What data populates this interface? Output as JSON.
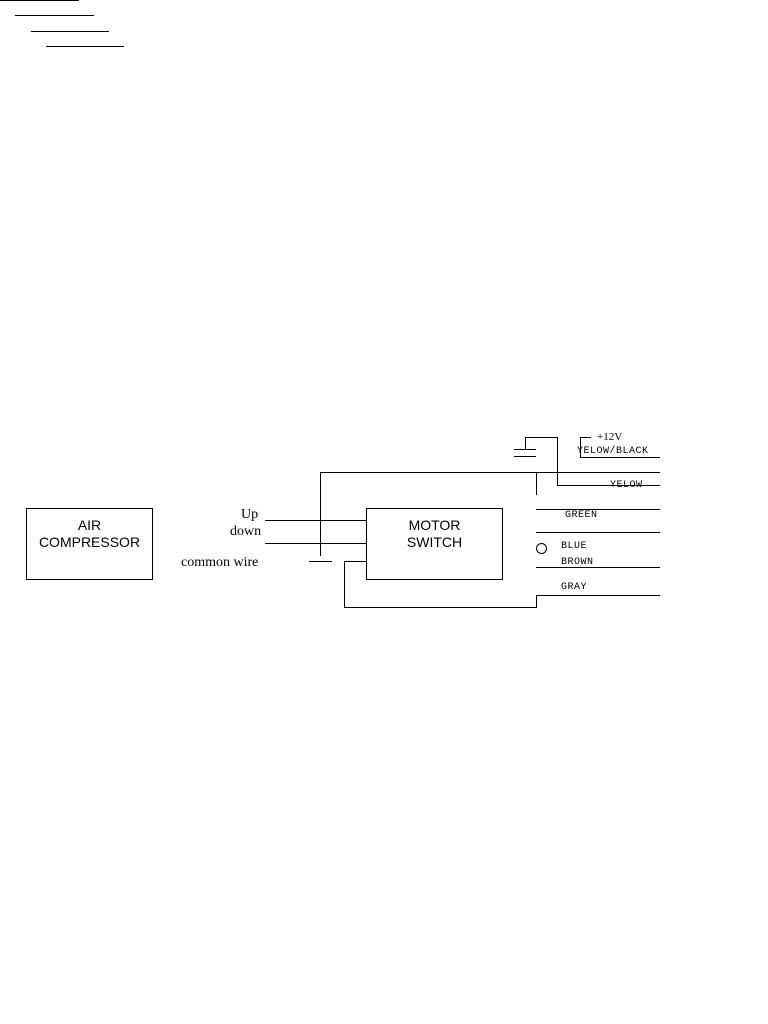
{
  "diagram": {
    "components": {
      "air_compressor": [
        "AIR",
        "COMPRESSOR"
      ],
      "motor_switch": [
        "MOTOR",
        "SWITCH"
      ]
    },
    "switch_inputs": {
      "up": "Up",
      "down": "down",
      "common": "common wire"
    },
    "wire_labels": {
      "plus_12v": "+12V",
      "yellow_black": "YELOW/BLACK",
      "yellow": "YELOW",
      "green": "GREEN",
      "blue": "BLUE",
      "brown": "BROWN",
      "gray": "GRAY"
    }
  }
}
